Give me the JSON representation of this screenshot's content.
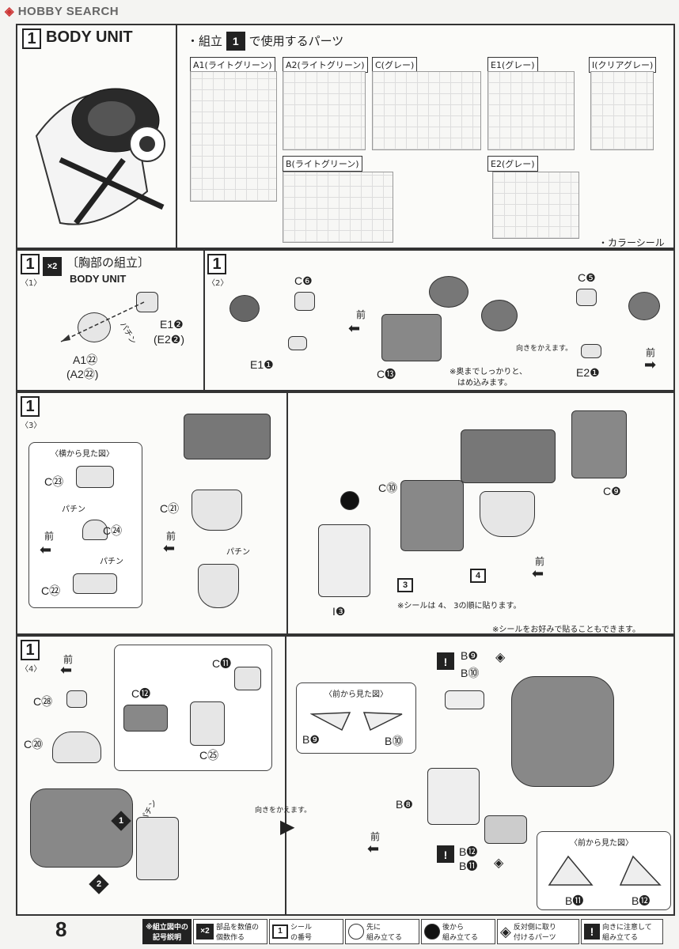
{
  "header": {
    "logo_hobby": "HOBBY",
    "logo_search": "SEARCH"
  },
  "section1": {
    "step_num": "1",
    "title": "BODY UNIT",
    "parts_heading": "・組立",
    "parts_heading_num": "1",
    "parts_heading_tail": "で使用するパーツ",
    "runners": [
      {
        "label": "A1(ライトグリーン)"
      },
      {
        "label": "A2(ライトグリーン)"
      },
      {
        "label": "C(グレー)"
      },
      {
        "label": "E1(グレー)"
      },
      {
        "label": "I(クリアグレー)"
      },
      {
        "label": "B(ライトグリーン)"
      },
      {
        "label": "E2(グレー)"
      }
    ],
    "color_seal": "・カラーシール"
  },
  "step1_1": {
    "num": "1",
    "sub": "〈1〉",
    "mult": "×2",
    "title_jp": "〔胸部の組立〕",
    "title_en": "BODY UNIT",
    "e1": "E1❷",
    "e2": "(E2❷)",
    "a1": "A1㉒",
    "a2": "(A2㉒)",
    "snap": "パチン"
  },
  "step1_2": {
    "num": "1",
    "sub": "〈2〉",
    "c6": "C❻",
    "e1_1": "E1❶",
    "front": "前",
    "c13": "C⓭",
    "note1": "※奥までしっかりと、",
    "note2": "はめ込みます。",
    "turn": "向きをかえます。",
    "c5": "C❺",
    "e2_1": "E2❶",
    "front2": "前"
  },
  "step1_3": {
    "num": "1",
    "sub": "〈3〉",
    "side_view": "〈横から見た図〉",
    "c23": "C㉓",
    "c24": "C㉔",
    "c22": "C㉒",
    "c21": "C㉑",
    "snap1": "パチン",
    "snap2": "パチン",
    "snap3": "パチン",
    "front": "前",
    "front2": "前",
    "front3": "前",
    "c10": "C⓾",
    "c9": "C❾",
    "i3": "I❸",
    "seal3": "3",
    "seal4": "4",
    "seal_note": "※シールは",
    "seal_note2": "4、",
    "seal_note3": "3の順に貼ります。",
    "seal_optional": "※シールをお好みで貼ることもできます。"
  },
  "step1_4": {
    "num": "1",
    "sub": "〈4〉",
    "front": "前",
    "c28": "C㉘",
    "c20": "C⑳",
    "c12": "C⓬",
    "c11": "C⓫",
    "c25": "C㉕",
    "snap": "パチン",
    "n1": "1",
    "n2": "2",
    "turn": "向きをかえます。",
    "b9": "B❾",
    "b10": "B⓾",
    "front_view": "〈前から見た図〉",
    "b9b": "B❾",
    "b10b": "B⓾",
    "b8": "B❽",
    "front2": "前",
    "b12": "B⓬",
    "b11": "B⓫",
    "front_view2": "〈前から見た図〉",
    "b11b": "B⓫",
    "b12b": "B⓬"
  },
  "footer": {
    "page": "8",
    "legend_title1": "※組立図中の",
    "legend_title2": "記号説明",
    "items": [
      {
        "icon": "×2",
        "text1": "部品を数値の",
        "text2": "個数作る"
      },
      {
        "icon": "1",
        "text1": "シール",
        "text2": "の番号"
      },
      {
        "icon": "",
        "text1": "先に",
        "text2": "組み立てる"
      },
      {
        "icon": "",
        "text1": "後から",
        "text2": "組み立てる"
      },
      {
        "icon": "",
        "text1": "反対側に取り",
        "text2": "付けるパーツ"
      },
      {
        "icon": "!",
        "text1": "向きに注意して",
        "text2": "組み立てる"
      }
    ]
  }
}
